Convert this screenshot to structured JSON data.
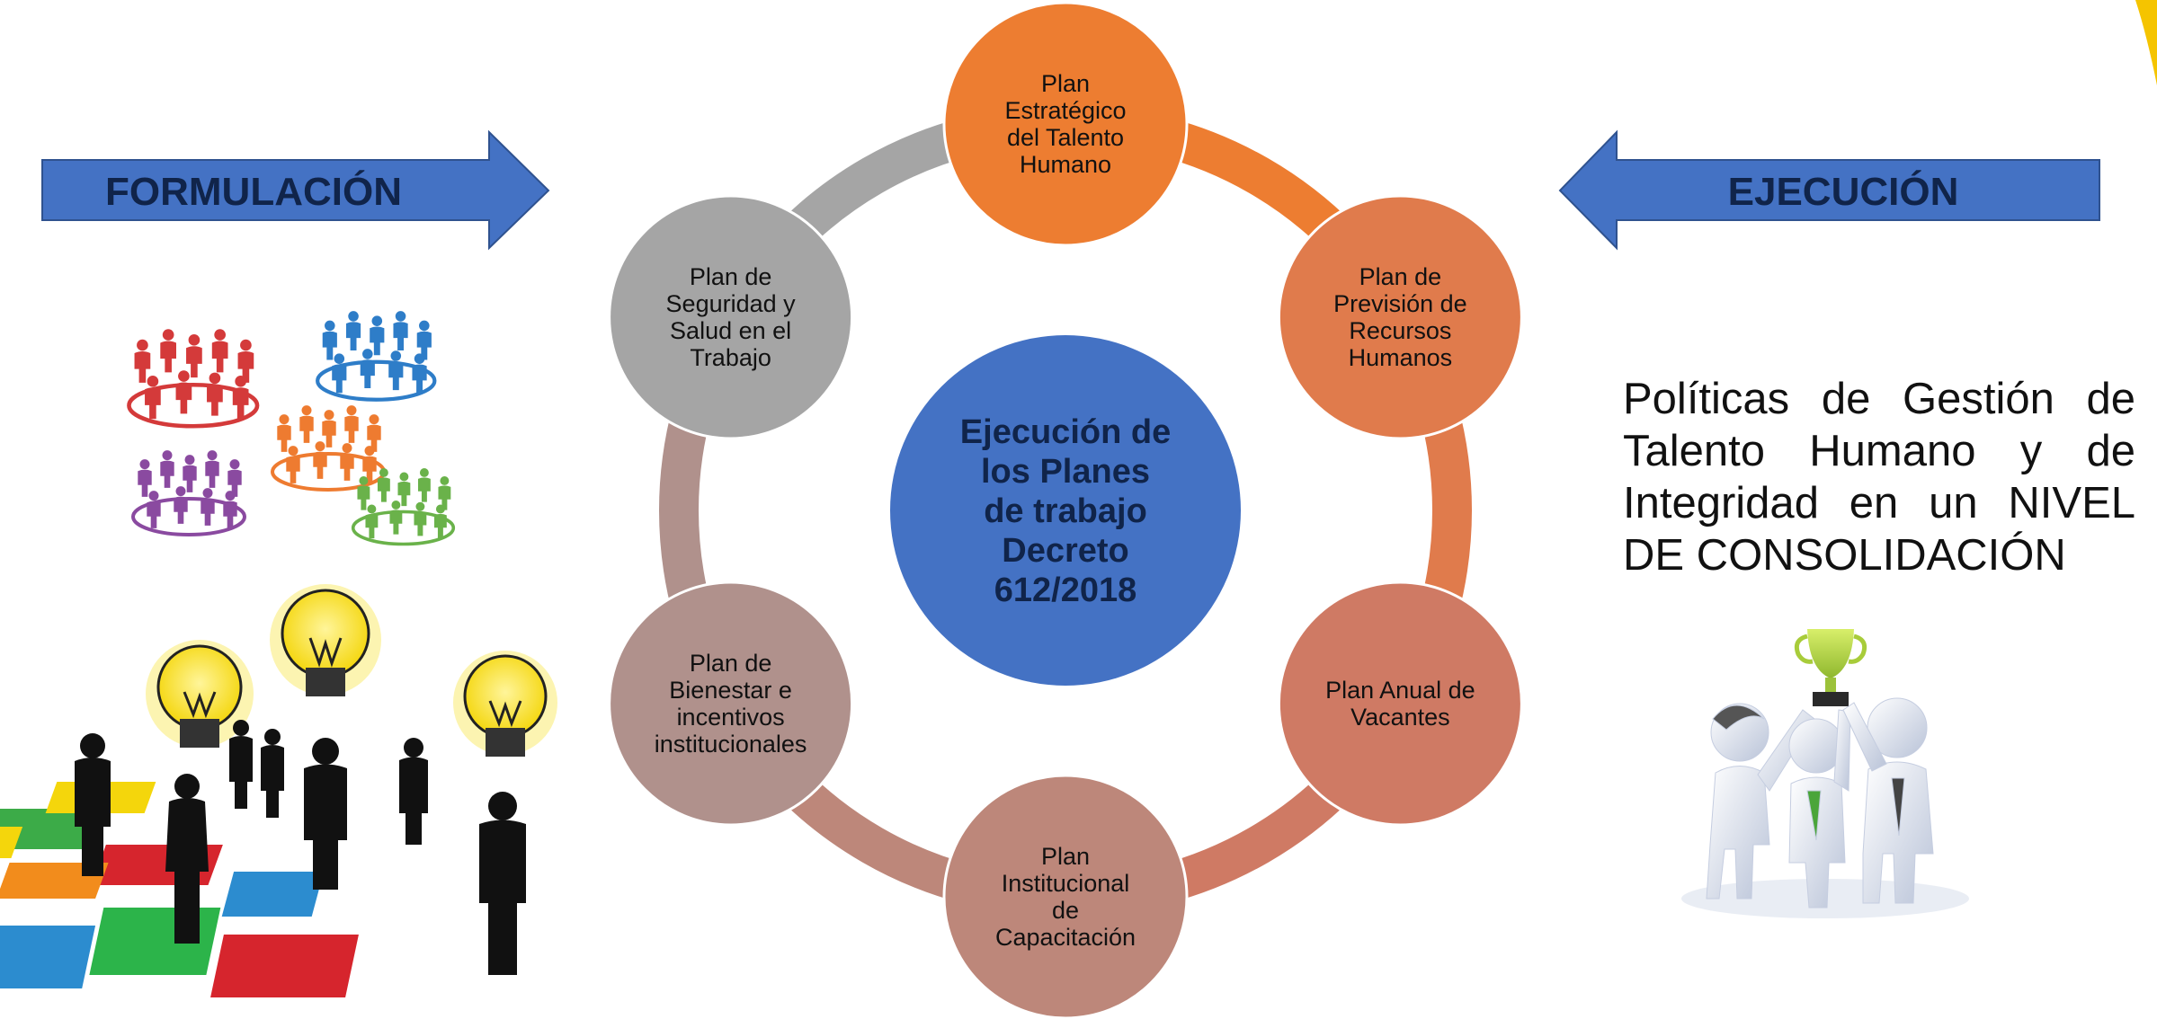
{
  "arrows": {
    "left": {
      "label": "FORMULACIÓN",
      "color": "#4472c4",
      "direction": "right"
    },
    "right": {
      "label": "EJECUCIÓN",
      "color": "#4472c4",
      "direction": "left"
    }
  },
  "diagram": {
    "center": {
      "lines": [
        "Ejecución de",
        "los Planes",
        "de trabajo",
        "Decreto",
        "612/2018"
      ],
      "color": "#4472c4",
      "text_color": "#10244a"
    },
    "nodes": [
      {
        "lines": [
          "Plan",
          "Estratégico",
          "del Talento",
          "Humano"
        ],
        "color": "#ed7d31"
      },
      {
        "lines": [
          "Plan de",
          "Previsión de",
          "Recursos",
          "Humanos"
        ],
        "color": "#e07b4c"
      },
      {
        "lines": [
          "Plan Anual de",
          "Vacantes"
        ],
        "color": "#cf7a64"
      },
      {
        "lines": [
          "Plan",
          "Institucional",
          "de",
          "Capacitación"
        ],
        "color": "#bd877a"
      },
      {
        "lines": [
          "Plan de",
          "Bienestar e",
          "incentivos",
          "institucionales"
        ],
        "color": "#b0918c"
      },
      {
        "lines": [
          "Plan de",
          "Seguridad y",
          "Salud en el",
          "Trabajo"
        ],
        "color": "#a5a5a5"
      }
    ],
    "ring_colors": [
      "#ed7d31",
      "#e07b4c",
      "#cf7a64",
      "#bd877a",
      "#b0918c",
      "#a5a5a5"
    ]
  },
  "policy_text": "Políticas de Gestión de Talento Humano y de Integridad en un NIVEL DE CONSOLIDACIÓN",
  "images": {
    "people_groups": "people-network-groups-illustration",
    "lightbulbs": "business-people-lightbulbs-puzzle-illustration",
    "trophy": "team-holding-trophy-illustration"
  }
}
